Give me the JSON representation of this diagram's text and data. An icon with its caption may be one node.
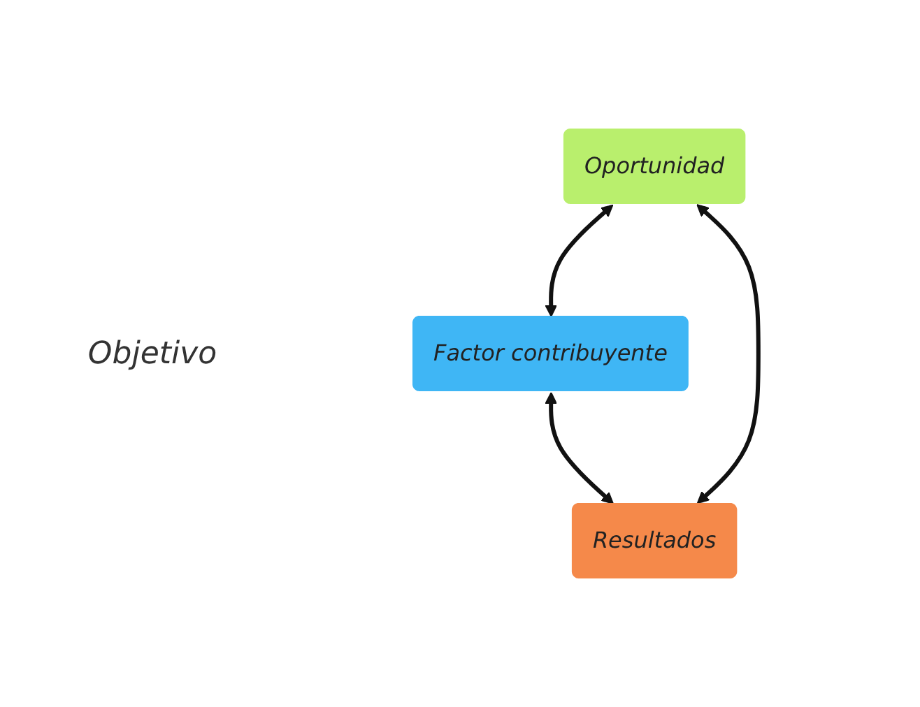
{
  "diagram": {
    "nodes": [
      {
        "text": [
          "Oportunidad"
        ]
      },
      {
        "text": [
          "Factor contribuyente"
        ]
      },
      {
        "text": [
          "Resultados"
        ]
      }
    ],
    "edges": [
      {
        "from": 0,
        "to": 1,
        "arrow": "both"
      },
      {
        "from": 1,
        "to": 2,
        "arrow": "both"
      },
      {
        "from": 2,
        "to": 0,
        "arrow": "both"
      }
    ],
    "labels": [
      "Objetivo"
    ]
  }
}
